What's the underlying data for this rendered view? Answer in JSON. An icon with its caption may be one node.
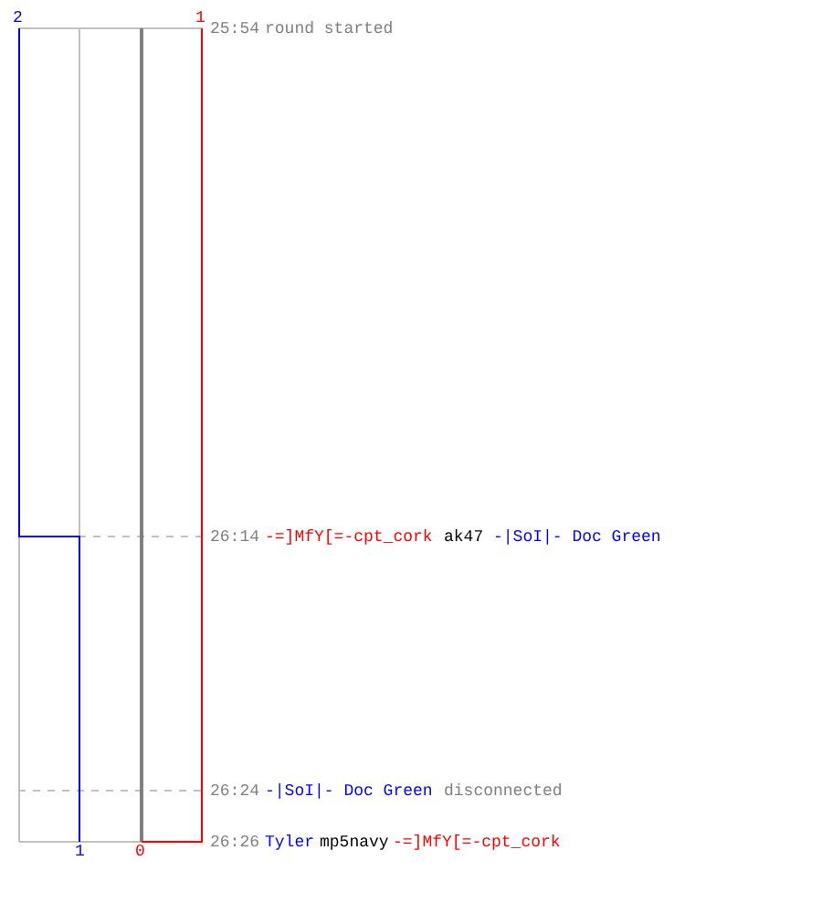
{
  "diagram": {
    "labels": [
      "2",
      "1",
      "25:54",
      "round started",
      "26:14",
      "-=]MfY[=-cpt_cork",
      "ak47",
      "-|SoI|- Doc Green",
      "26:24",
      "-|SoI|- Doc Green",
      "disconnected",
      "26:26",
      "Tyler",
      "mp5navy",
      "-=]MfY[=-cpt_cork",
      "1",
      "0"
    ]
  }
}
